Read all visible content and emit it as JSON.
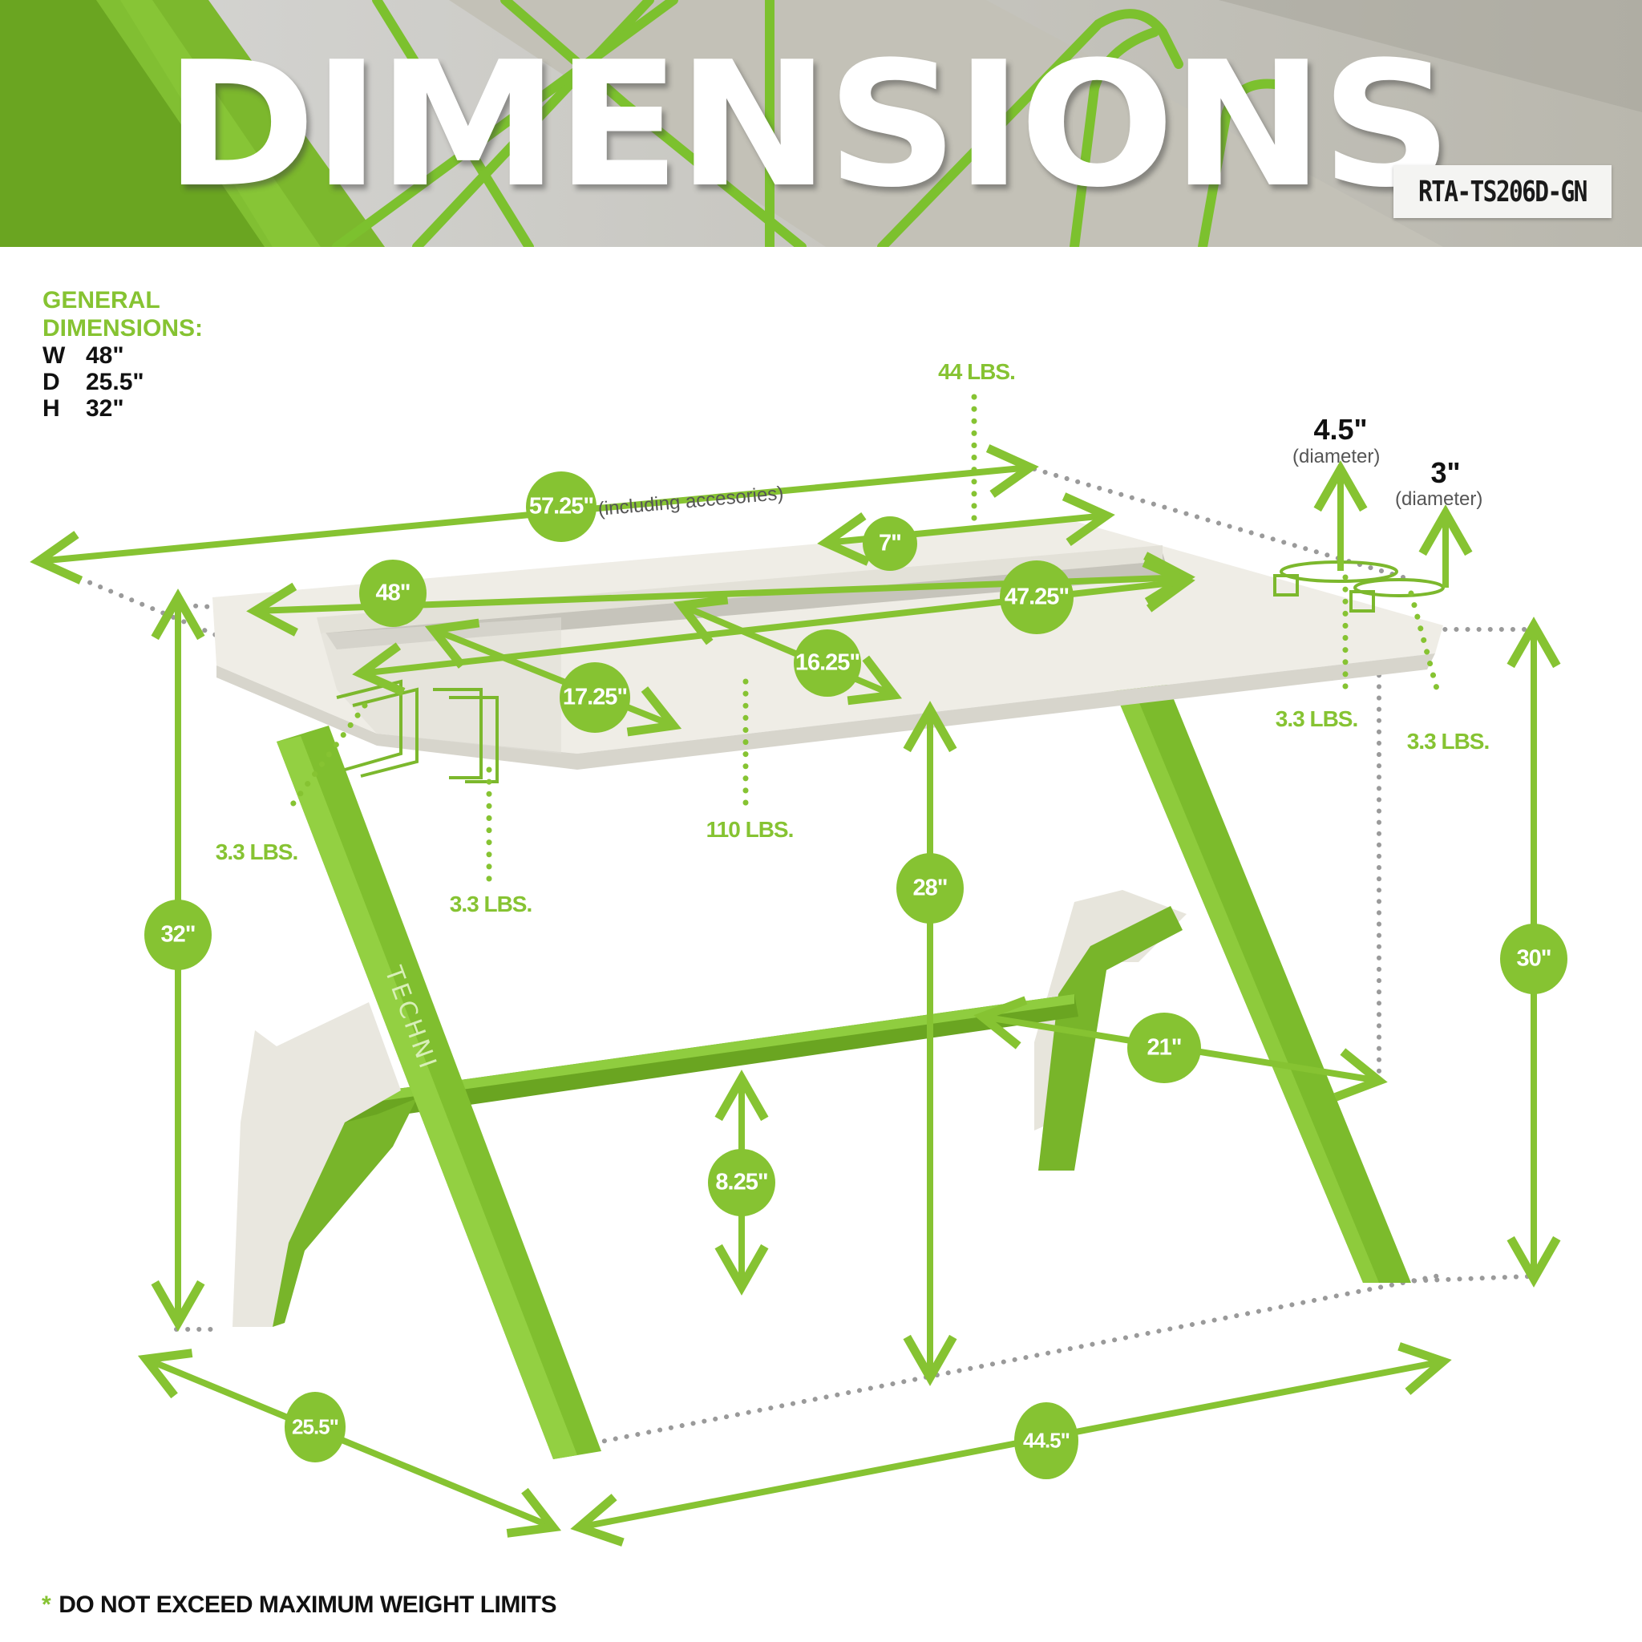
{
  "banner": {
    "title": "DIMENSIONS",
    "model_number": "RTA-TS206D-GN"
  },
  "general_dimensions": {
    "heading_line1": "GENERAL",
    "heading_line2": "DIMENSIONS:",
    "rows": [
      {
        "key": "W",
        "value": "48\""
      },
      {
        "key": "D",
        "value": "25.5\""
      },
      {
        "key": "H",
        "value": "32\""
      }
    ]
  },
  "measurements": {
    "overall_width": "57.25\"",
    "overall_width_note": "(including accesories)",
    "monitor_shelf_depth": "7\"",
    "desktop_width": "48\"",
    "shelf_width": "47.25\"",
    "left_depth": "17.25\"",
    "center_depth": "16.25\"",
    "overall_height": "32\"",
    "desk_surface_height": "28\"",
    "back_height": "30\"",
    "crossbar_height": "8.25\"",
    "leg_span": "21\"",
    "base_depth": "25.5\"",
    "base_width": "44.5\""
  },
  "weight_limits": {
    "monitor_shelf": "44 LBS.",
    "desktop": "110 LBS.",
    "left_hook_1": "3.3 LBS.",
    "left_hook_2": "3.3 LBS.",
    "cup_holder_large": "3.3 LBS.",
    "cup_holder_small": "3.3 LBS."
  },
  "cup_holders": {
    "large_size": "4.5\"",
    "large_label": "(diameter)",
    "small_size": "3\"",
    "small_label": "(diameter)"
  },
  "leg_brand": "TECHNI",
  "footer": {
    "bullet": "*",
    "warning": "DO NOT EXCEED MAXIMUM WEIGHT LIMITS"
  },
  "colors": {
    "accent_green": "#86c332",
    "desk_white": "#eeece4",
    "guide_gray": "#9a9a9a",
    "text_dark": "#111111"
  }
}
